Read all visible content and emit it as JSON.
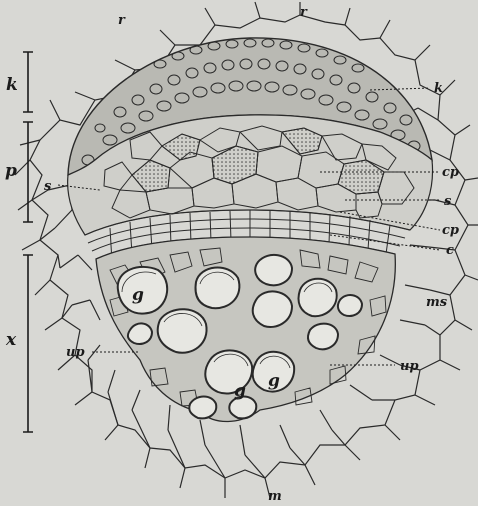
{
  "figure": {
    "labels": {
      "r_left": "r",
      "r_right": "r",
      "k_left": "k",
      "k_right": "k",
      "p_left": "p",
      "s_left": "s",
      "cp_upper": "cp",
      "s_right": "s",
      "cp_lower": "cp",
      "c_right": "c",
      "ms_right": "ms",
      "x_left": "x",
      "up_left": "up",
      "up_right": "up",
      "g_1": "g",
      "g_2": "g",
      "g_3": "g",
      "m_bottom": "m"
    },
    "ink_color": "#2a2a2a",
    "paper_color": "#d8d8d4"
  }
}
